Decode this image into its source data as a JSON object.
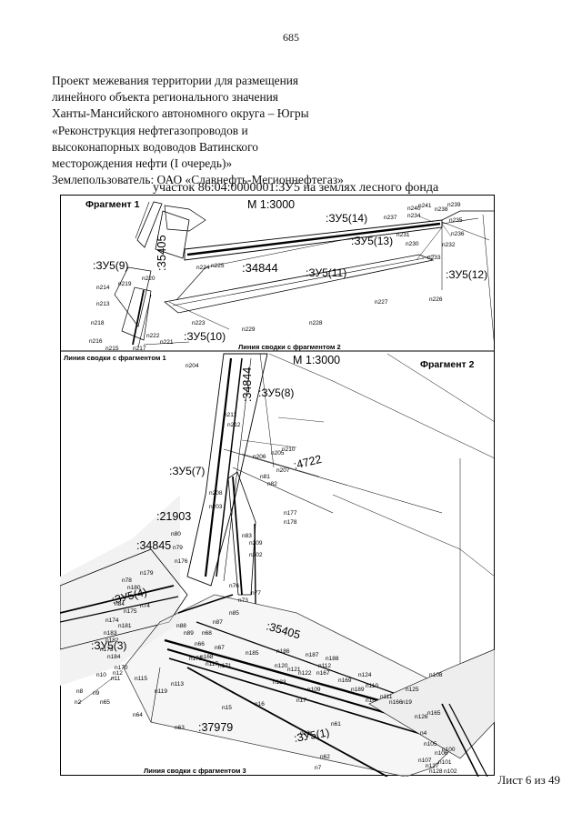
{
  "page_number": "685",
  "title_lines": [
    "Проект межевания территории для размещения",
    "линейного объекта регионального значения",
    "Ханты-Мансийского автономного округа – Югры",
    "«Реконструкция нефтегазопроводов и",
    "высоконапорных водоводов Ватинского",
    "месторождения нефти (I очередь)»",
    "Землепользователь: ОАО «Славнефть-Мегионнефтегаз»"
  ],
  "parcel": "участок 86:04:0000001:ЗУ5 на землях лесного фонда",
  "fragment1": {
    "title": "Фрагмент 1",
    "scale": "М 1:3000",
    "join_line": "Линия сводки с фрагментом 2",
    "zones": [
      ":ЗУ5(14)",
      ":ЗУ5(13)",
      ":ЗУ5(9)",
      ":ЗУ5(11)",
      ":ЗУ5(12)",
      ":ЗУ5(10)"
    ],
    "quarters": [
      ":35405",
      ":34844"
    ],
    "points": [
      "n241",
      "n240",
      "n239",
      "n238",
      "n237",
      "n234",
      "n235",
      "n236",
      "n231",
      "n232",
      "n230",
      "n233",
      "n225",
      "n224",
      "n214",
      "n219",
      "n220",
      "n213",
      "n218",
      "n216",
      "n215",
      "n217",
      "n222",
      "n221",
      "n223",
      "n229",
      "n228",
      "n227",
      "n226"
    ]
  },
  "fragment2": {
    "title": "Фрагмент 2",
    "scale": "М 1:3000",
    "join_line_top": "Линия сводки с фрагментом 1",
    "join_line_bottom": "Линия сводки с фрагментом 3",
    "zones": [
      ":ЗУ5(8)",
      ":ЗУ5(7)",
      ":ЗУ5(4)",
      ":ЗУ5(3)",
      ":ЗУ5(1)"
    ],
    "quarters": [
      ":34844",
      ":4722",
      ":21903",
      ":34845",
      ":35405",
      ":37979"
    ],
    "points": [
      "n204",
      "n211",
      "n212",
      "n210",
      "n205",
      "n206",
      "n207",
      "n81",
      "n82",
      "n208",
      "n203",
      "n177",
      "n178",
      "n80",
      "n79",
      "n83",
      "n176",
      "n209",
      "n179",
      "n202",
      "n78",
      "n180",
      "n76",
      "n77",
      "n84",
      "n175",
      "n74",
      "n73",
      "n85",
      "n174",
      "n181",
      "n88",
      "n87",
      "n183",
      "n182",
      "n89",
      "n68",
      "n173",
      "n184",
      "n66",
      "n67",
      "n185",
      "n186",
      "n187",
      "n188",
      "n168",
      "n172",
      "n117",
      "n171",
      "n170",
      "n12",
      "n11",
      "n10",
      "n9",
      "n8",
      "n2",
      "n65",
      "n115",
      "n119",
      "n113",
      "n120",
      "n121",
      "n122",
      "n123",
      "n112",
      "n167",
      "n169",
      "n124",
      "n108",
      "n189",
      "n110",
      "n109",
      "n111",
      "n125",
      "n166",
      "n126",
      "n165",
      "n64",
      "n63",
      "n15",
      "n16",
      "n17",
      "n18",
      "n19",
      "n20",
      "n61",
      "n62",
      "n7",
      "n4",
      "n105",
      "n106",
      "n107",
      "n127",
      "n128",
      "n100",
      "n101",
      "n102"
    ]
  },
  "sheet": "Лист 6 из 49"
}
